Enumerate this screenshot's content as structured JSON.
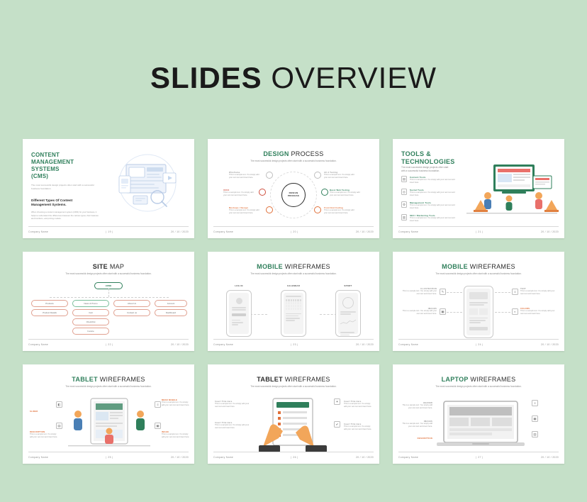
{
  "header": {
    "title_bold": "SLIDES",
    "title_light": "OVERVIEW"
  },
  "theme": {
    "background": "#c5e0c8",
    "slide_bg": "#ffffff",
    "accent_green": "#2f7f5b",
    "accent_orange": "#e0703a",
    "accent_red": "#cf4f3e",
    "muted": "#9a9a9a"
  },
  "common": {
    "footer_company": "Company Name",
    "footer_date": "20 / 10 / 2020",
    "subtitle": "The most successful design projects often start with a successful business foundation.",
    "lorem_short": "This is a sample text. You simply add your own text and insert here.",
    "placeholder_title": "Insert Title Here"
  },
  "slides": [
    {
      "id": "cms",
      "page": "19",
      "title_lines": [
        "CONTENT",
        "MANAGEMENT",
        "SYSTEMS",
        "(CMS)"
      ],
      "intro": "The most successful design projects often start with a successful business foundation.",
      "heading2": [
        "Different Types Of Content",
        "Management Systems."
      ],
      "body": "When choosing a content management system (CMS) for your business, it helps to understand the differences between the various types, their features and functions, and pricing models."
    },
    {
      "id": "design-process",
      "page": "20",
      "title_bold": "DESIGN",
      "title_light": "PROCESS",
      "hub": [
        "DESIGN",
        "PROCESS"
      ],
      "nodes": [
        {
          "label": "Wireframe",
          "color": "grey",
          "side": "left"
        },
        {
          "label": "Alt A Testing",
          "color": "grey",
          "side": "right"
        },
        {
          "label": "UI/UX",
          "color": "red",
          "side": "left"
        },
        {
          "label": "Basic Web Testing",
          "color": "teal",
          "side": "right"
        },
        {
          "label": "Mockups / Design",
          "color": "orange",
          "side": "left"
        },
        {
          "label": "Front End Coding",
          "color": "orange",
          "side": "right"
        }
      ]
    },
    {
      "id": "tools-technologies",
      "page": "21",
      "title_lines": [
        "TOOLS &",
        "TECHNOLOGIES"
      ],
      "items": [
        {
          "title": "Content Tools"
        },
        {
          "title": "Social Tools"
        },
        {
          "title": "Management Tools"
        },
        {
          "title": "SEO / Marketing Tools"
        }
      ]
    },
    {
      "id": "site-map",
      "page": "22",
      "title_bold": "SITE",
      "title_light": "MAP",
      "root": "HOME",
      "nodes_left": [
        "Products",
        "Product Details"
      ],
      "nodes_mid": [
        "News & Promo",
        "Cart",
        "CheckOut",
        "Invoice"
      ],
      "nodes_mid2": [
        "About Us",
        "Contact us"
      ],
      "nodes_right": [
        "Account",
        "Dashboard"
      ]
    },
    {
      "id": "mobile-wireframes-1",
      "page": "23",
      "title_bold": "MOBILE",
      "title_light": "WIREFRAMES",
      "screens": [
        "LOG IN",
        "CALENDAR",
        "SPORT"
      ]
    },
    {
      "id": "mobile-wireframes-2",
      "page": "24",
      "title_bold": "MOBILE",
      "title_light": "WIREFRAMES",
      "features_left": [
        "ILLUSTRATION",
        "IMAGES"
      ],
      "features_right": [
        "TEXT",
        "COLORS"
      ]
    },
    {
      "id": "tablet-wireframes-1",
      "page": "25",
      "title_bold": "TABLET",
      "title_light": "WIREFRAMES",
      "features_left": [
        "SLIDER",
        "DESCRIPTION"
      ],
      "features_right": [
        "MENU MOBILE",
        "IMAGE"
      ]
    },
    {
      "id": "tablet-wireframes-2",
      "page": "26",
      "title_bold": "TABLET",
      "title_light": "WIREFRAMES",
      "device_label": "CHECK LIST",
      "features_left": [
        "Insert Title Here",
        "Insert Title Here"
      ],
      "features_right": [
        "Insert Title Here",
        "Insert Title Here"
      ]
    },
    {
      "id": "laptop-wireframes",
      "page": "27",
      "title_bold": "LAPTOP",
      "title_light": "WIREFRAMES",
      "features": [
        "HEADER",
        "IMAGES",
        "DESCRIPTION"
      ]
    }
  ]
}
